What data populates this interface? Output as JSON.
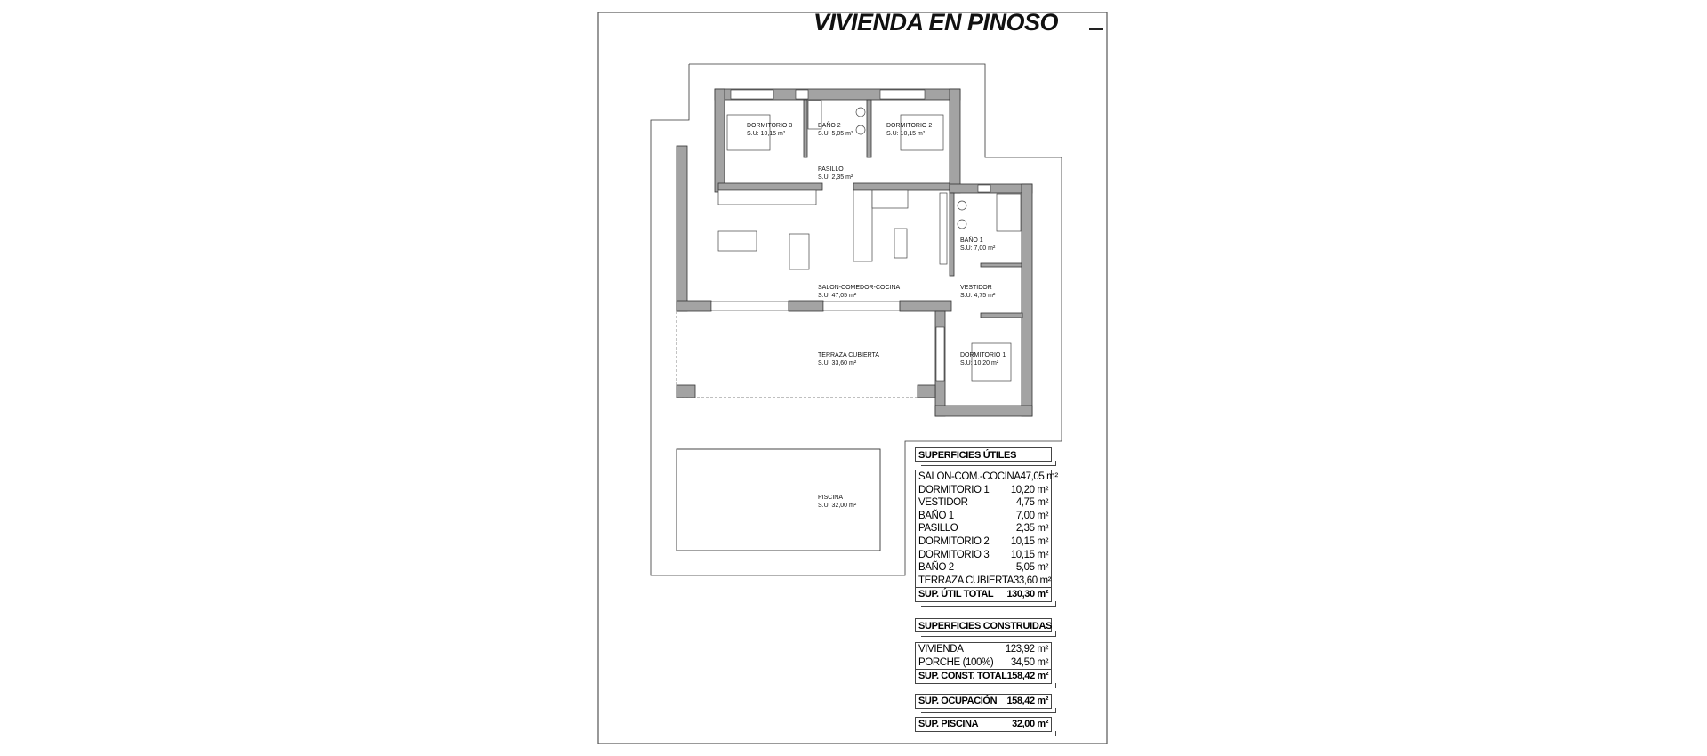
{
  "title": "VIVIENDA EN PINOSO",
  "rooms": {
    "dormitorio3": {
      "name": "DORMITORIO 3",
      "area": "S.U: 10,15 m²"
    },
    "bano2": {
      "name": "BAÑO 2",
      "area": "S.U: 5,05 m²"
    },
    "dormitorio2": {
      "name": "DORMITORIO 2",
      "area": "S.U: 10,15 m²"
    },
    "pasillo": {
      "name": "PASILLO",
      "area": "S.U: 2,35 m²"
    },
    "salon": {
      "name": "SALON-COMEDOR-COCINA",
      "area": "S.U: 47,05 m²"
    },
    "bano1": {
      "name": "BAÑO 1",
      "area": "S.U: 7,00 m²"
    },
    "vestidor": {
      "name": "VESTIDOR",
      "area": "S.U: 4,75 m²"
    },
    "terraza": {
      "name": "TERRAZA CUBIERTA",
      "area": "S.U: 33,60 m²"
    },
    "dormitorio1": {
      "name": "DORMITORIO 1",
      "area": "S.U: 10,20 m²"
    },
    "piscina": {
      "name": "PISCINA",
      "area": "S.U: 32,00 m²"
    }
  },
  "utiles": {
    "header": "SUPERFICIES ÚTILES",
    "rows": [
      {
        "label": "SALON-COM.-COCINA",
        "value": "47,05 m²"
      },
      {
        "label": "DORMITORIO 1",
        "value": "10,20 m²"
      },
      {
        "label": "VESTIDOR",
        "value": "4,75 m²"
      },
      {
        "label": "BAÑO 1",
        "value": "7,00 m²"
      },
      {
        "label": "PASILLO",
        "value": "2,35 m²"
      },
      {
        "label": "DORMITORIO 2",
        "value": "10,15 m²"
      },
      {
        "label": "DORMITORIO 3",
        "value": "10,15 m²"
      },
      {
        "label": "BAÑO 2",
        "value": "5,05 m²"
      },
      {
        "label": "TERRAZA CUBIERTA",
        "value": "33,60 m²"
      }
    ],
    "total": {
      "label": "SUP. ÚTIL TOTAL",
      "value": "130,30 m²"
    }
  },
  "construidas": {
    "header": "SUPERFICIES CONSTRUIDAS",
    "rows": [
      {
        "label": "VIVIENDA",
        "value": "123,92 m²"
      },
      {
        "label": "PORCHE (100%)",
        "value": "34,50 m²"
      }
    ],
    "total": {
      "label": "SUP. CONST. TOTAL",
      "value": "158,42 m²"
    }
  },
  "ocupacion": {
    "label": "SUP. OCUPACIÓN",
    "value": "158,42 m²"
  },
  "piscina_total": {
    "label": "SUP. PISCINA",
    "value": "32,00 m²"
  }
}
